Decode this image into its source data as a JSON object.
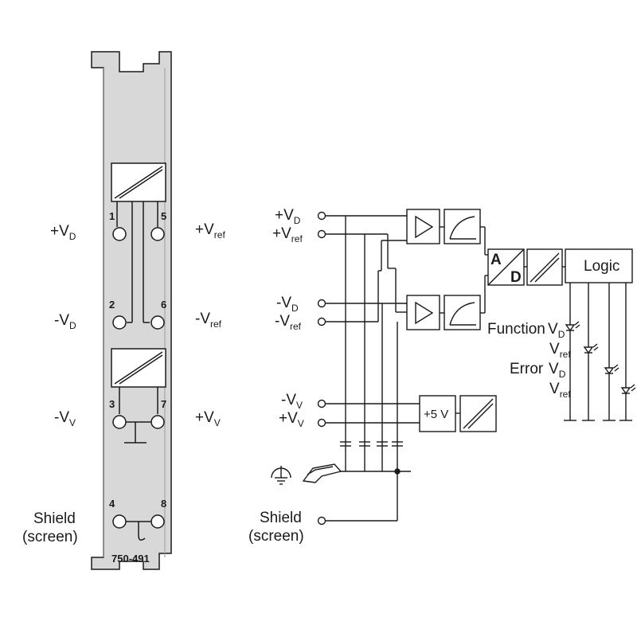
{
  "module": {
    "part_number": "750-491",
    "pins": {
      "p1": "1",
      "p2": "2",
      "p3": "3",
      "p4": "4",
      "p5": "5",
      "p6": "6",
      "p7": "7",
      "p8": "8"
    }
  },
  "labels": {
    "plus_v": "+V",
    "minus_v": "-V",
    "sub_d": "D",
    "sub_ref": "ref",
    "sub_v": "V",
    "shield_line1": "Shield",
    "shield_line2": "(screen)"
  },
  "schematic": {
    "adc_a": "A",
    "adc_d": "D",
    "logic": "Logic",
    "supply": "+5 V",
    "function": "Function",
    "error": "Error"
  },
  "colors": {
    "rail": "#d8d8d8",
    "stroke": "#1a1a1a"
  }
}
